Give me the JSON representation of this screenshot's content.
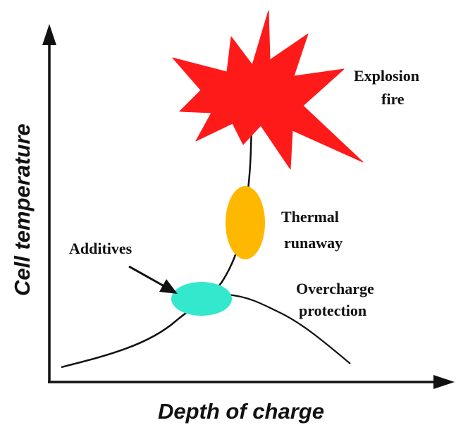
{
  "axes": {
    "y_label": "Cell temperature",
    "x_label": "Depth of charge"
  },
  "labels": {
    "explosion_line1": "Explosion",
    "explosion_line2": "fire",
    "thermal_line1": "Thermal",
    "thermal_line2": "runaway",
    "additives": "Additives",
    "overcharge_line1": "Overcharge",
    "overcharge_line2": "protection"
  },
  "colors": {
    "explosion": "#ff1a1a",
    "thermal_runaway": "#ffb800",
    "additives_zone": "#33e8cc",
    "axis": "#111111",
    "curve": "#111111"
  }
}
